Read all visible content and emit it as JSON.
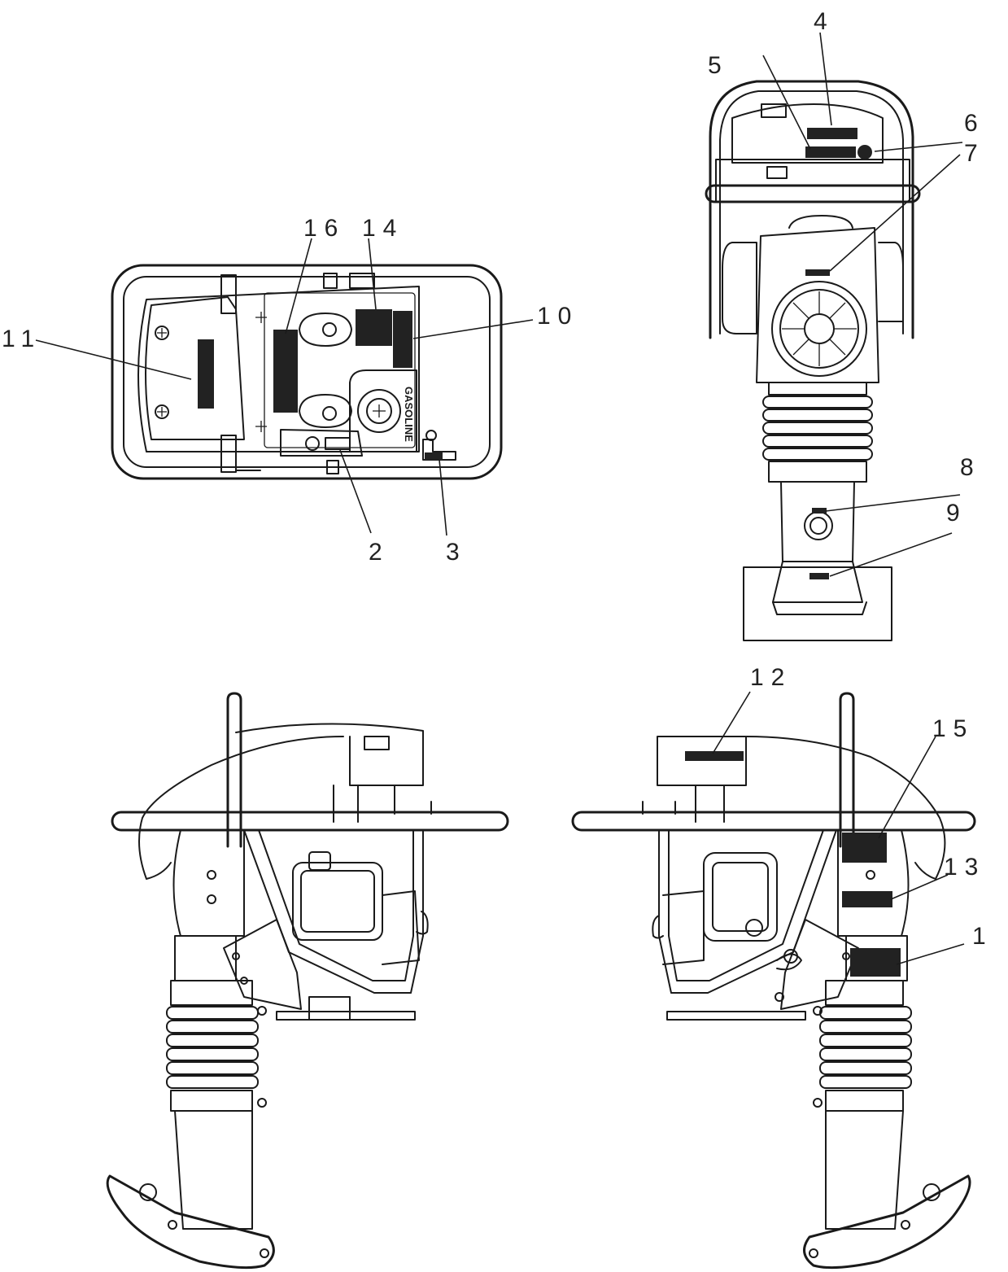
{
  "colors": {
    "line": "#1a1a1a",
    "decal": "#222222",
    "background": "#ffffff"
  },
  "top_view": {
    "callouts": {
      "c11": "11",
      "c16": "16",
      "c14": "14",
      "c10": "10",
      "c2": "2",
      "c3": "3"
    },
    "tank_text": "GASOLINE"
  },
  "front_view": {
    "callouts": {
      "c4": "4",
      "c5": "5",
      "c6": "6",
      "c7": "7",
      "c8": "8",
      "c9": "9"
    }
  },
  "left_view": {},
  "right_view": {
    "callouts": {
      "c12": "12",
      "c15": "15",
      "c13": "13",
      "c1": "1"
    }
  }
}
